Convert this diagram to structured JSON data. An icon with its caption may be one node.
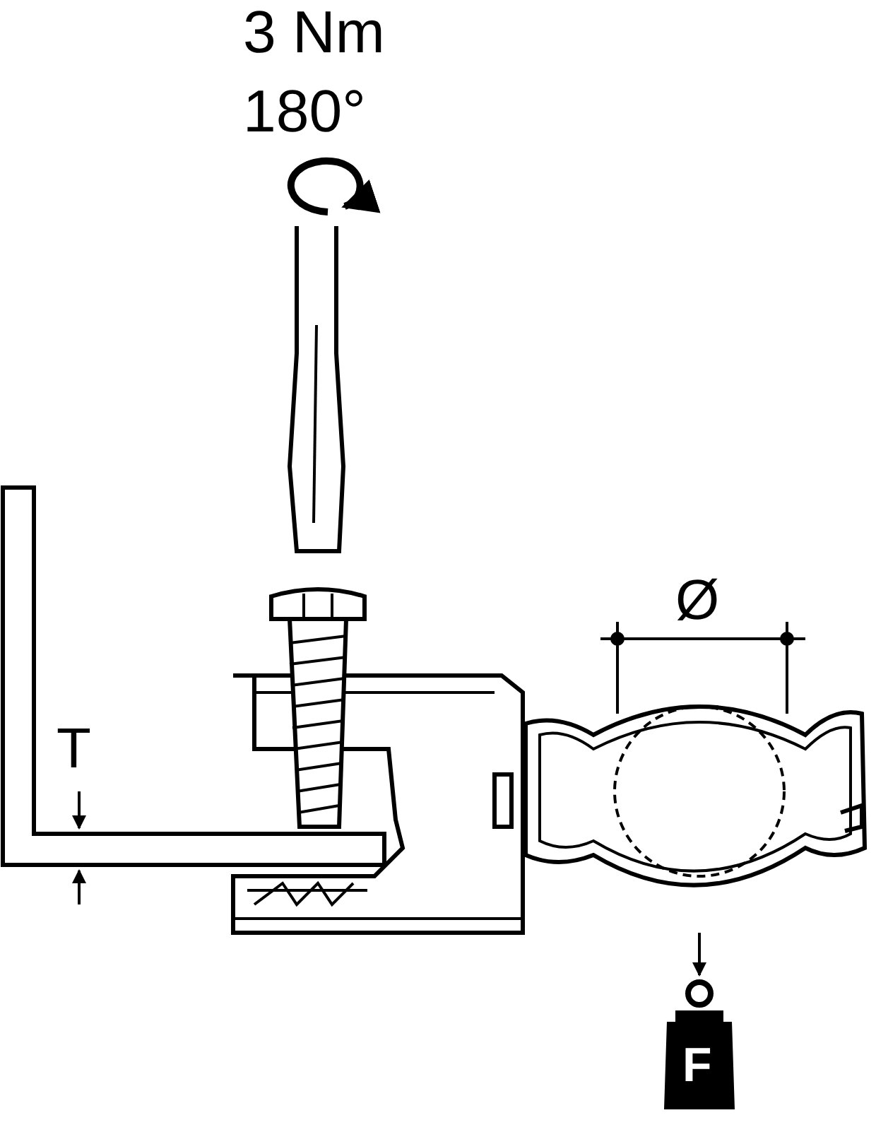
{
  "diagram": {
    "nodes": [
      {
        "text": [
          "F"
        ]
      }
    ],
    "edges": [],
    "labels": [
      "3 Nm",
      "180°",
      "T",
      "Ø"
    ]
  }
}
